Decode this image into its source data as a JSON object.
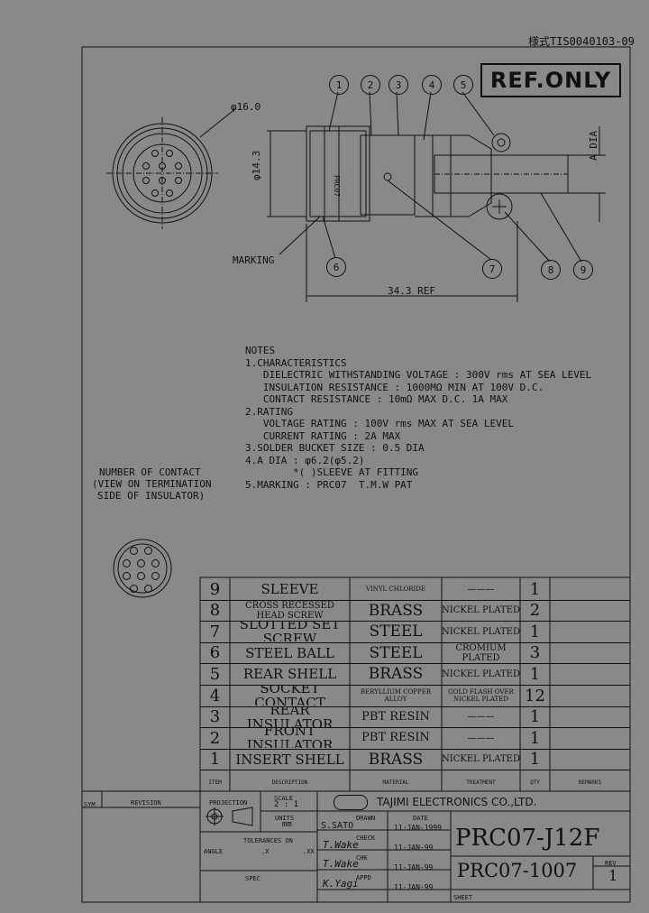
{
  "form_number": "様式TIS0040103-09",
  "stamp": "REF.ONLY",
  "dimensions": {
    "phi_outer": "φ16.0",
    "phi_body": "φ14.3",
    "a_dia": "A DIA",
    "length": "34.3 REF",
    "marking_label": "MARKING",
    "body_marking": "PRC07"
  },
  "balloons": [
    "1",
    "2",
    "3",
    "4",
    "5",
    "6",
    "7",
    "8",
    "9"
  ],
  "notes": [
    "NOTES",
    "1.CHARACTERISTICS",
    "   DIELECTRIC WITHSTANDING VOLTAGE : 300V rms AT SEA LEVEL",
    "   INSULATION RESISTANCE : 1000MΩ MIN AT 100V D.C.",
    "   CONTACT RESISTANCE : 10mΩ MAX D.C. 1A MAX",
    "2.RATING",
    "   VOLTAGE RATING : 100V rms MAX AT SEA LEVEL",
    "   CURRENT RATING : 2A MAX",
    "3.SOLDER BUCKET SIZE : 0.5 DIA",
    "4.A DIA : φ6.2(φ5.2)",
    "        *( )SLEEVE AT FITTING",
    "5.MARKING : PRC07  T.M.W PAT"
  ],
  "contact_caption": [
    "NUMBER OF CONTACT",
    "(VIEW ON TERMINATION",
    "SIDE OF INSULATOR)"
  ],
  "parts": [
    {
      "item": "9",
      "description": "SLEEVE",
      "material": "VINYL CHLORIDE",
      "treatment": "———",
      "qty": "1"
    },
    {
      "item": "8",
      "description": "CROSS RECESSED HEAD SCREW",
      "material": "BRASS",
      "treatment": "NICKEL PLATED",
      "qty": "2"
    },
    {
      "item": "7",
      "description": "SLOTTED SET SCREW",
      "material": "STEEL",
      "treatment": "NICKEL PLATED",
      "qty": "1"
    },
    {
      "item": "6",
      "description": "STEEL BALL",
      "material": "STEEL",
      "treatment": "CROMIUM PLATED",
      "qty": "3"
    },
    {
      "item": "5",
      "description": "REAR SHELL",
      "material": "BRASS",
      "treatment": "NICKEL PLATED",
      "qty": "1"
    },
    {
      "item": "4",
      "description": "SOCKET CONTACT",
      "material": "BERYLLIUM COPPER ALLOY",
      "treatment": "GOLD FLASH OVER NICKEL PLATED",
      "qty": "12"
    },
    {
      "item": "3",
      "description": "REAR INSULATOR",
      "material": "PBT RESIN",
      "treatment": "———",
      "qty": "1"
    },
    {
      "item": "2",
      "description": "FRONT INSULATOR",
      "material": "PBT RESIN",
      "treatment": "———",
      "qty": "1"
    },
    {
      "item": "1",
      "description": "INSERT SHELL",
      "material": "BRASS",
      "treatment": "NICKEL PLATED",
      "qty": "1"
    }
  ],
  "parts_header": {
    "item": "ITEM",
    "description": "DESCRIPTION",
    "material": "MATERIAL",
    "treatment": "TREATMENT",
    "qty": "QTY",
    "remarks": "REMARKS"
  },
  "title_block": {
    "sym": "SYM",
    "revision": "REVISION",
    "projection": "PROJECTION",
    "scale_label": "SCALE",
    "scale": "2 : 1",
    "units_label": "UNITS",
    "units": "mm",
    "tolerances_label": "TOLERANCES ON",
    "tol_x": ".X",
    "tol_xx": ".XX",
    "angle_label": "ANGLE",
    "spec_label": "SPEC",
    "company": "TAJIMI ELECTRONICS CO.,LTD.",
    "drawn_label": "DRAWN",
    "drawn_by": "S.SATO",
    "drawn_date": "11-JAN-1999",
    "check_label": "CHECK",
    "check_by": "T.Wake",
    "check_date": "11-JAN-99",
    "chk_label": "CHK",
    "chk_by": "T.Wake",
    "chk_date": "11-JAN-99",
    "appd_label": "APPD",
    "appd_by": "K.Yagi",
    "appd_date": "11-JAN-99",
    "date_label": "DATE",
    "part_number": "PRC07-J12F",
    "drawing_number": "PRC07-1007",
    "rev_label": "REV",
    "rev": "1",
    "sheet_label": "SHEET"
  }
}
